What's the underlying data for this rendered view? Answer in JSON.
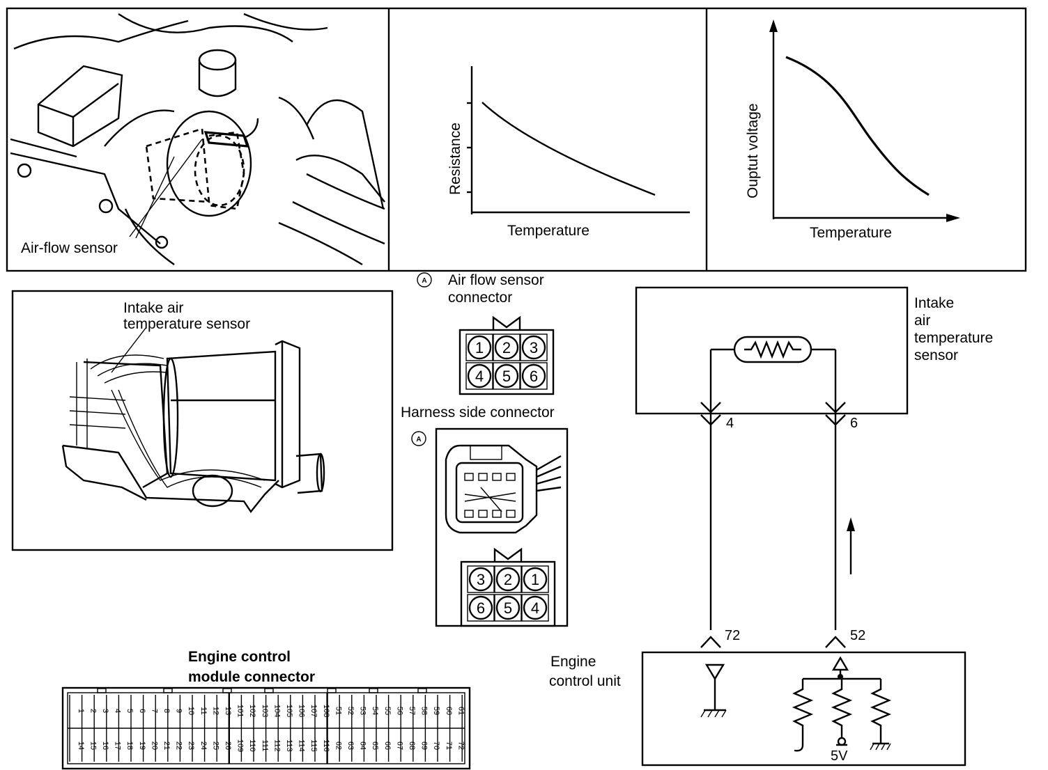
{
  "photo_labels": {
    "air_flow_sensor": "Air-flow sensor",
    "intake_sensor_line1": "Intake air",
    "intake_sensor_line2": "temperature sensor"
  },
  "resistance_chart": {
    "ylabel": "Resistance",
    "xlabel": "Temperature"
  },
  "voltage_chart": {
    "ylabel": "Ouptut voltage",
    "xlabel": "Temperature"
  },
  "afs_connector": {
    "marker": "A",
    "title_line1": "Air flow sensor",
    "title_line2": "connector",
    "pins_top": [
      "1",
      "2",
      "3"
    ],
    "pins_bottom": [
      "4",
      "5",
      "6"
    ]
  },
  "harness_connector": {
    "title": "Harness side connector",
    "marker": "A",
    "pins_top": [
      "3",
      "2",
      "1"
    ],
    "pins_bottom": [
      "6",
      "5",
      "4"
    ]
  },
  "ecm_connector": {
    "title_line1": "Engine control",
    "title_line2": "module connector",
    "pins_top": [
      "1",
      "2",
      "3",
      "4",
      "5",
      "6",
      "7",
      "8",
      "9",
      "10",
      "11",
      "12",
      "13",
      "101",
      "102",
      "103",
      "104",
      "105",
      "106",
      "107",
      "108",
      "51",
      "52",
      "53",
      "54",
      "55",
      "56",
      "57",
      "58",
      "59",
      "60",
      "61"
    ],
    "pins_bottom": [
      "14",
      "15",
      "16",
      "17",
      "18",
      "19",
      "20",
      "21",
      "22",
      "23",
      "24",
      "25",
      "26",
      "109",
      "110",
      "111",
      "112",
      "113",
      "114",
      "115",
      "116",
      "62",
      "63",
      "64",
      "65",
      "66",
      "67",
      "68",
      "69",
      "70",
      "71",
      "72"
    ]
  },
  "circuit": {
    "sensor_line1": "Intake",
    "sensor_line2": "air",
    "sensor_line3": "temperature",
    "sensor_line4": "sensor",
    "pin_left": "4",
    "pin_right": "6",
    "ecu_pin_left": "72",
    "ecu_pin_right": "52",
    "ecu_line1": "Engine",
    "ecu_line2": "control  unit",
    "supply": "5V"
  }
}
